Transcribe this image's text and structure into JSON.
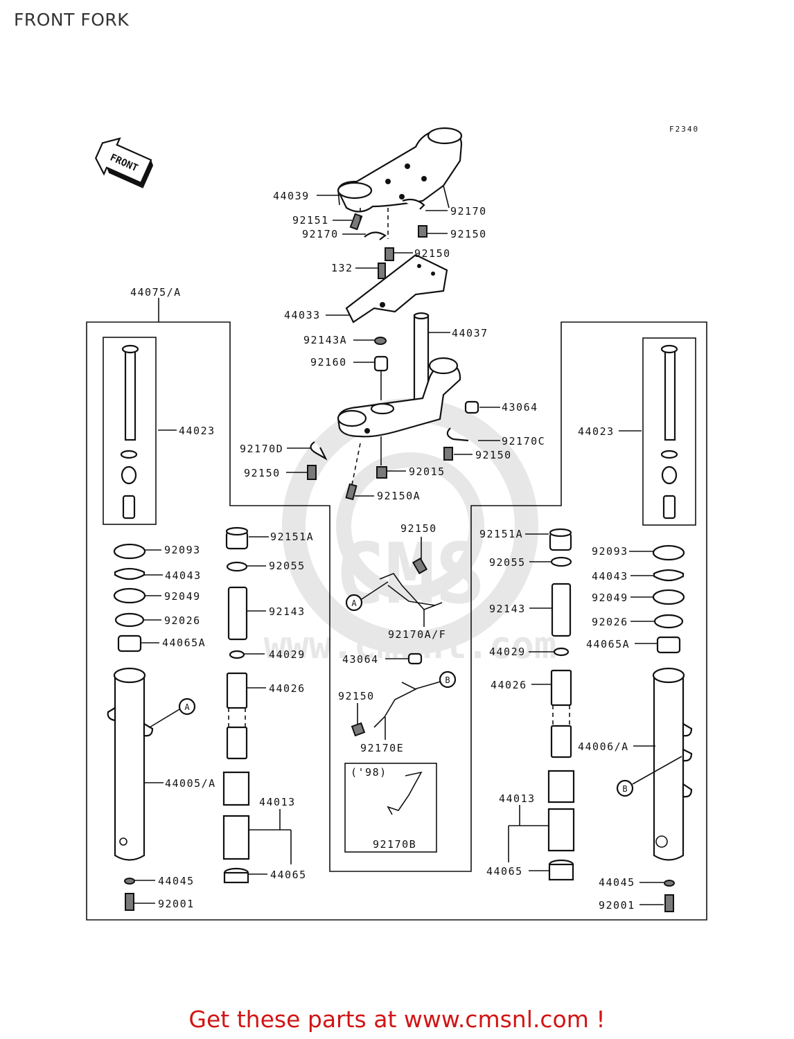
{
  "page_title": "FRONT FORK",
  "figure_code": "F2340",
  "front_arrow": "FRONT",
  "callout_a": "A",
  "callout_b": "B",
  "inset_note": "('98)",
  "footer": "Get these parts at www.cmsnl.com !",
  "watermark": "www.cmsnl.com",
  "labels": {
    "p44039": "44039",
    "p92151": "92151",
    "p92170_l": "92170",
    "p92170_r": "92170",
    "p92150_r": "92150",
    "p92150_m": "92150",
    "p132": "132",
    "p44033": "44033",
    "p44075": "44075/A",
    "p92143A": "92143A",
    "p44037": "44037",
    "p92160": "92160",
    "p43064_t": "43064",
    "p44023_l": "44023",
    "p44023_r": "44023",
    "p92170D": "92170D",
    "p92170C": "92170C",
    "p92150_c": "92150",
    "p92150_ll": "92150",
    "p92015": "92015",
    "p92150A": "92150A",
    "p92150_top": "92150",
    "p92151A_l": "92151A",
    "p92151A_r": "92151A",
    "p92093_l": "92093",
    "p92093_r": "92093",
    "p92055_l": "92055",
    "p92055_r": "92055",
    "p44043_l": "44043",
    "p44043_r": "44043",
    "p92049_l": "92049",
    "p92049_r": "92049",
    "p92143_l": "92143",
    "p92143_r": "92143",
    "p92026_l": "92026",
    "p92026_r": "92026",
    "p92170AF": "92170A/F",
    "p44065A_l": "44065A",
    "p44065A_r": "44065A",
    "p44029_l": "44029",
    "p44029_r": "44029",
    "p43064_m": "43064",
    "p44026_l": "44026",
    "p44026_r": "44026",
    "p92150_bm": "92150",
    "p92170E": "92170E",
    "p44006": "44006/A",
    "p44005": "44005/A",
    "p44013_l": "44013",
    "p44013_r": "44013",
    "p92170B": "92170B",
    "p44065_l": "44065",
    "p44065_r": "44065",
    "p44045_l": "44045",
    "p44045_r": "44045",
    "p92001_l": "92001",
    "p92001_r": "92001"
  }
}
